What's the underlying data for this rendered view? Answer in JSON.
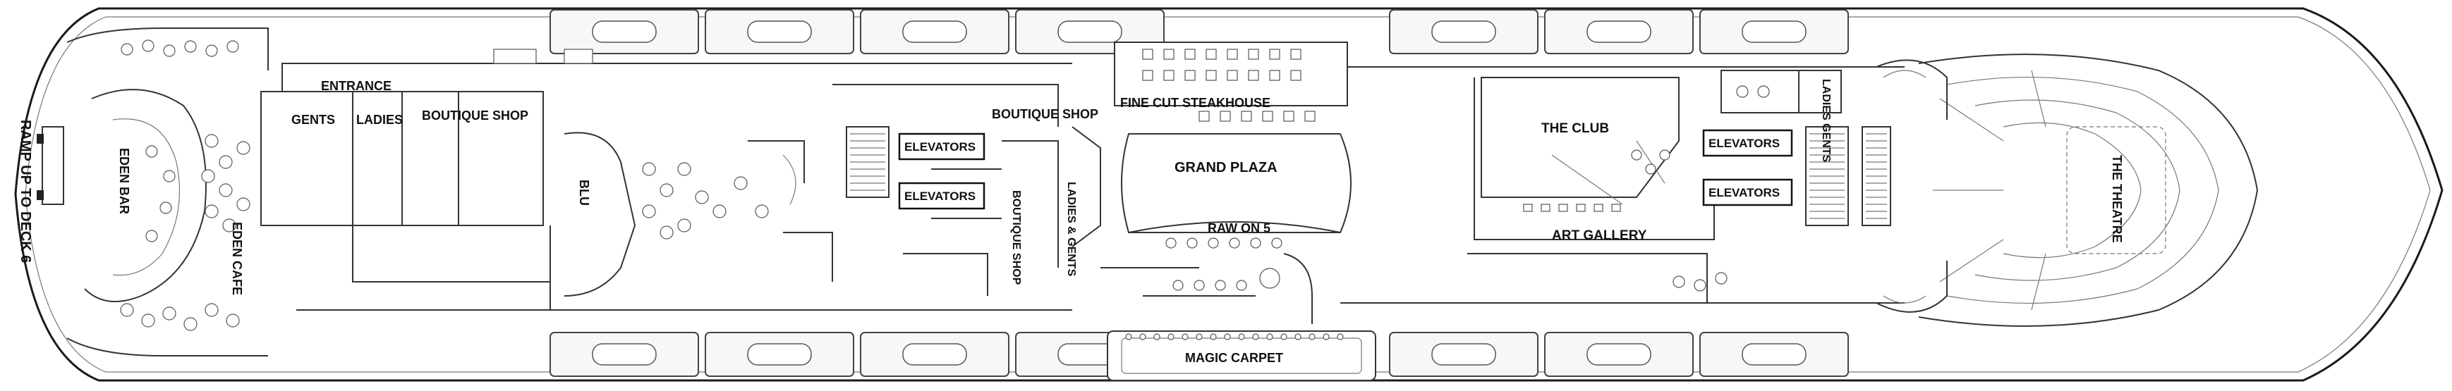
{
  "deck_plan": {
    "labels": {
      "ramp": "RAMP UP TO DECK 6",
      "eden_bar": "EDEN BAR",
      "eden_cafe": "EDEN CAFE",
      "entrance": "ENTRANCE",
      "gents_fwd": "GENTS",
      "ladies_fwd": "LADIES",
      "boutique_shop_1": "BOUTIQUE SHOP",
      "blu": "BLU",
      "boutique_shop_2": "BOUTIQUE SHOP",
      "boutique_shop_3": "BOUTIQUE SHOP",
      "ladies_gents_mid": "LADIES & GENTS",
      "elevators_1": "ELEVATORS",
      "elevators_2": "ELEVATORS",
      "fine_cut": "FINE CUT STEAKHOUSE",
      "grand_plaza": "GRAND PLAZA",
      "raw_on_5": "RAW ON 5",
      "magic_carpet": "MAGIC CARPET",
      "the_club": "THE CLUB",
      "art_gallery": "ART GALLERY",
      "elevators_3": "ELEVATORS",
      "elevators_4": "ELEVATORS",
      "ladies_gents_aft": "LADIES GENTS",
      "the_theatre": "THE THEATRE"
    },
    "colors": {
      "line": "#1a1a1a",
      "background": "#ffffff"
    }
  }
}
